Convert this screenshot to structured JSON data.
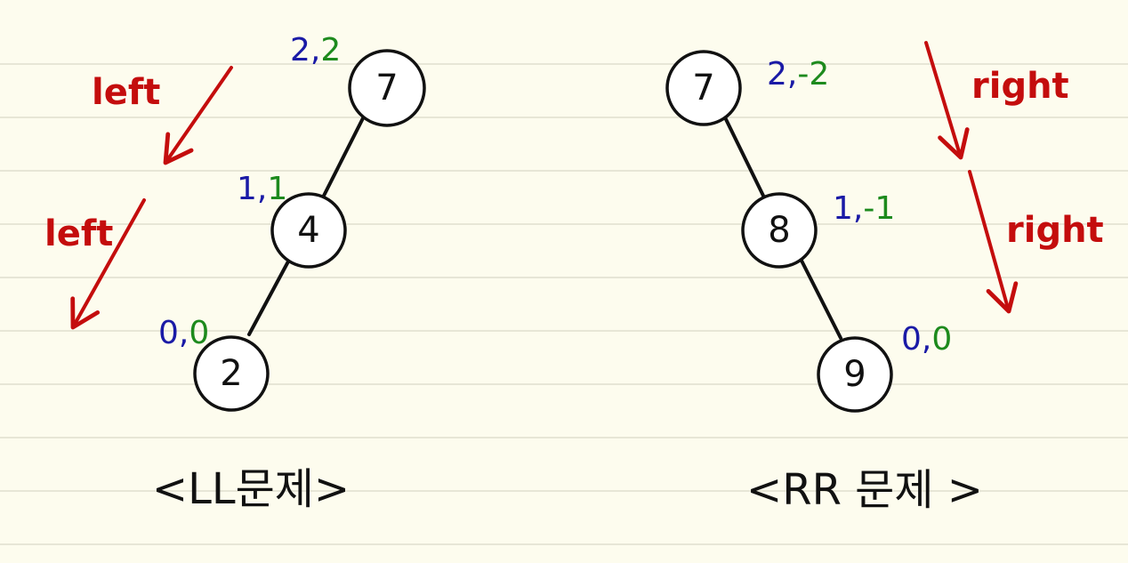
{
  "colors": {
    "node_stroke": "#111111",
    "arrow": "#c40d0d",
    "height_left": "#1a1aa6",
    "height_right": "#1d8a1d"
  },
  "ll": {
    "nodes": [
      {
        "value": "7",
        "label_left": "2",
        "sep": ",",
        "label_right": "2"
      },
      {
        "value": "4",
        "label_left": "1",
        "sep": ",",
        "label_right": "1"
      },
      {
        "value": "2",
        "label_left": "0",
        "sep": ",",
        "label_right": "0"
      }
    ],
    "arrows": [
      "left",
      "left"
    ],
    "caption": "<LL문제>"
  },
  "rr": {
    "nodes": [
      {
        "value": "7",
        "label_left": "2",
        "sep": ",",
        "label_right": "-2"
      },
      {
        "value": "8",
        "label_left": "1",
        "sep": ",",
        "label_right": "-1"
      },
      {
        "value": "9",
        "label_left": "0",
        "sep": ",",
        "label_right": "0"
      }
    ],
    "arrows": [
      "right",
      "right"
    ],
    "caption": "<RR 문제 >"
  }
}
